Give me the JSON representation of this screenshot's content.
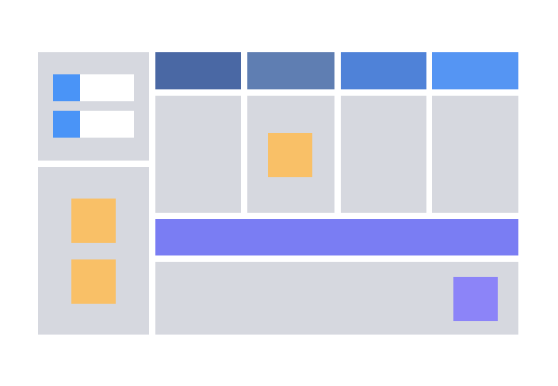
{
  "colors": {
    "background": "#ffffff",
    "panel": "#d6d8df",
    "header_1": "#4a68a4",
    "header_2": "#5f7eb2",
    "header_3": "#4f82d8",
    "header_4": "#5595f3",
    "swimlane_bar": "#7a7df3",
    "sticky_note": "#f9c067",
    "purple_note": "#8c84f8",
    "list_swatch": "#4a94f7",
    "list_field": "#ffffff"
  },
  "sidebar": {
    "list_items": [
      {
        "icon": "blue-swatch"
      },
      {
        "icon": "blue-swatch"
      }
    ],
    "notes": [
      {
        "type": "sticky-note"
      },
      {
        "type": "sticky-note"
      }
    ]
  },
  "board": {
    "columns": [
      {
        "header_color_key": "header_1",
        "has_note": false
      },
      {
        "header_color_key": "header_2",
        "has_note": true
      },
      {
        "header_color_key": "header_3",
        "has_note": false
      },
      {
        "header_color_key": "header_4",
        "has_note": false
      }
    ],
    "swimlane": {
      "color_key": "swimlane_bar"
    },
    "bottom_lane": {
      "has_note": true,
      "note_color_key": "purple_note"
    }
  }
}
